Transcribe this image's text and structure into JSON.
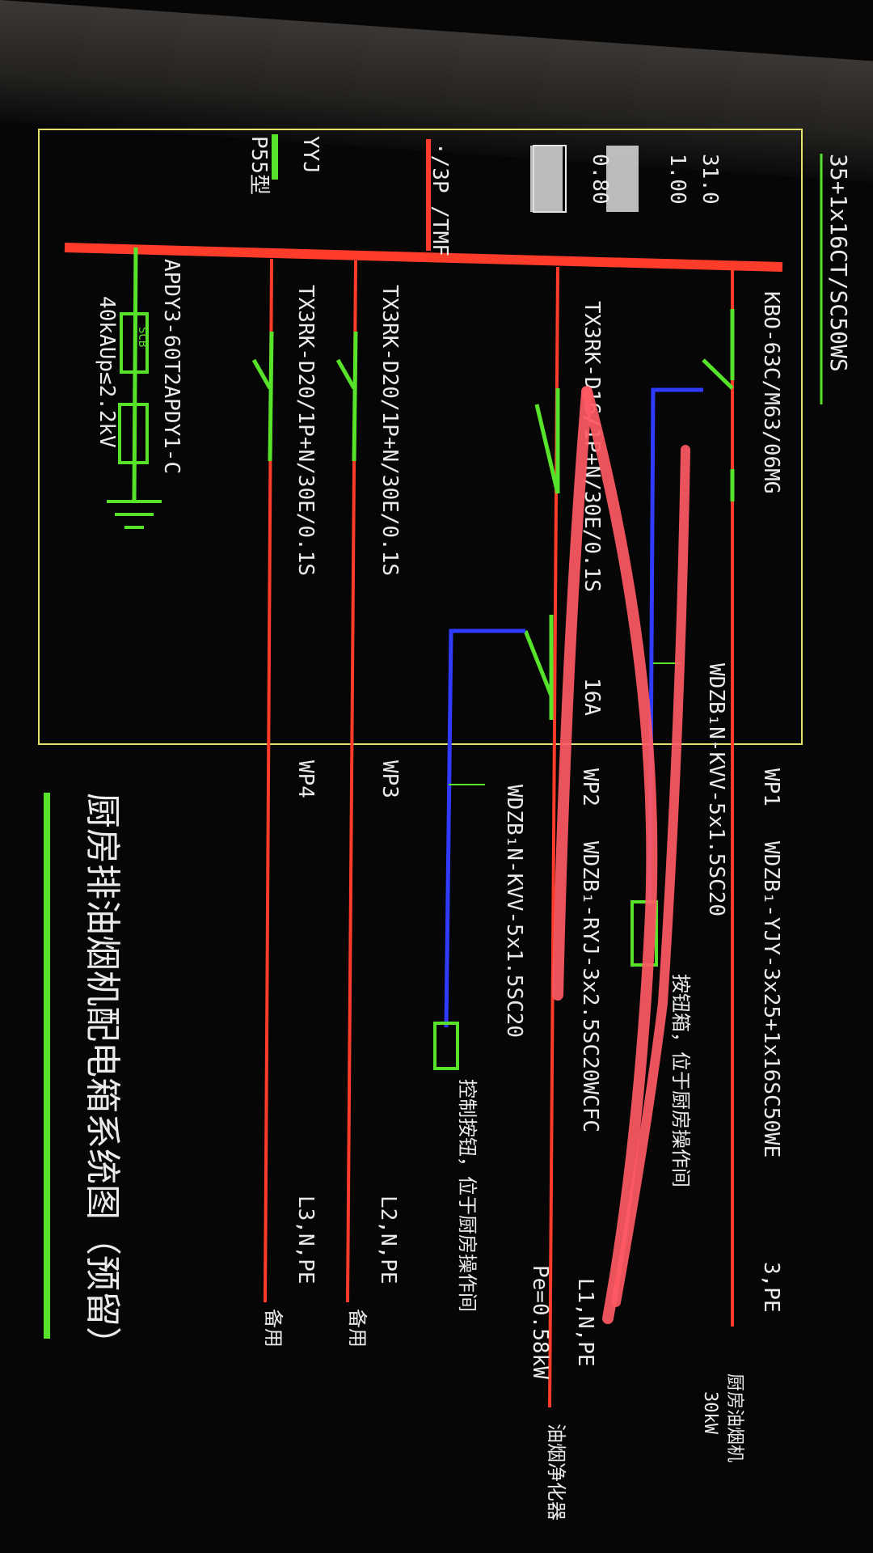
{
  "incoming_cable": "35+1x16CT/SC50WS",
  "incoming_note": "·/3P /TMF",
  "cable_type": "YYJ",
  "cable_model": "P55型",
  "params": {
    "v1": "31.0",
    "v2": "1.00",
    "v3": "0.80"
  },
  "spd": {
    "model": "APDY3-60T2APDY1-C",
    "spec": "40kAUp≤2.2kV",
    "spd_label": "SCB"
  },
  "circuits": [
    {
      "id": "WP1",
      "breaker": "KBO-63C/M63/06MG",
      "cable": "WDZB₁-YJY-3x25+1x16SC50WE",
      "phase": "3,PE",
      "load": "厨房油烟机",
      "power": "30kW"
    },
    {
      "id": "WP2",
      "breaker": "TX3RK-D16/1P+N/30E/0.1S",
      "rating": "16A",
      "cable": "WDZB₁-RYJ-3x2.5SC20WCFC",
      "phase": "L1,N,PE",
      "pe": "Pe=0.58kW",
      "load": "油烟净化器"
    },
    {
      "id": "WP3",
      "breaker": "TX3RK-D20/1P+N/30E/0.1S",
      "phase": "L2,N,PE",
      "load": "备用"
    },
    {
      "id": "WP4",
      "breaker": "TX3RK-D20/1P+N/30E/0.1S",
      "phase": "L3,N,PE",
      "load": "备用"
    }
  ],
  "control": {
    "cable1": "WDZB₁N-KVV-5x1.5SC20",
    "box_label": "按钮箱，位于厨房操作间",
    "cable2": "WDZB₁N-KVV-5x1.5SC20",
    "button_label": "控制按钮，位于厨房操作间"
  },
  "title": "厨房排油烟机配电箱系统图（预留）",
  "colors": {
    "bus": "#ff3b2a",
    "green": "#57e32a",
    "blue": "#2f3bff",
    "frame": "#e3e36a",
    "scribble": "#ff5a64"
  }
}
